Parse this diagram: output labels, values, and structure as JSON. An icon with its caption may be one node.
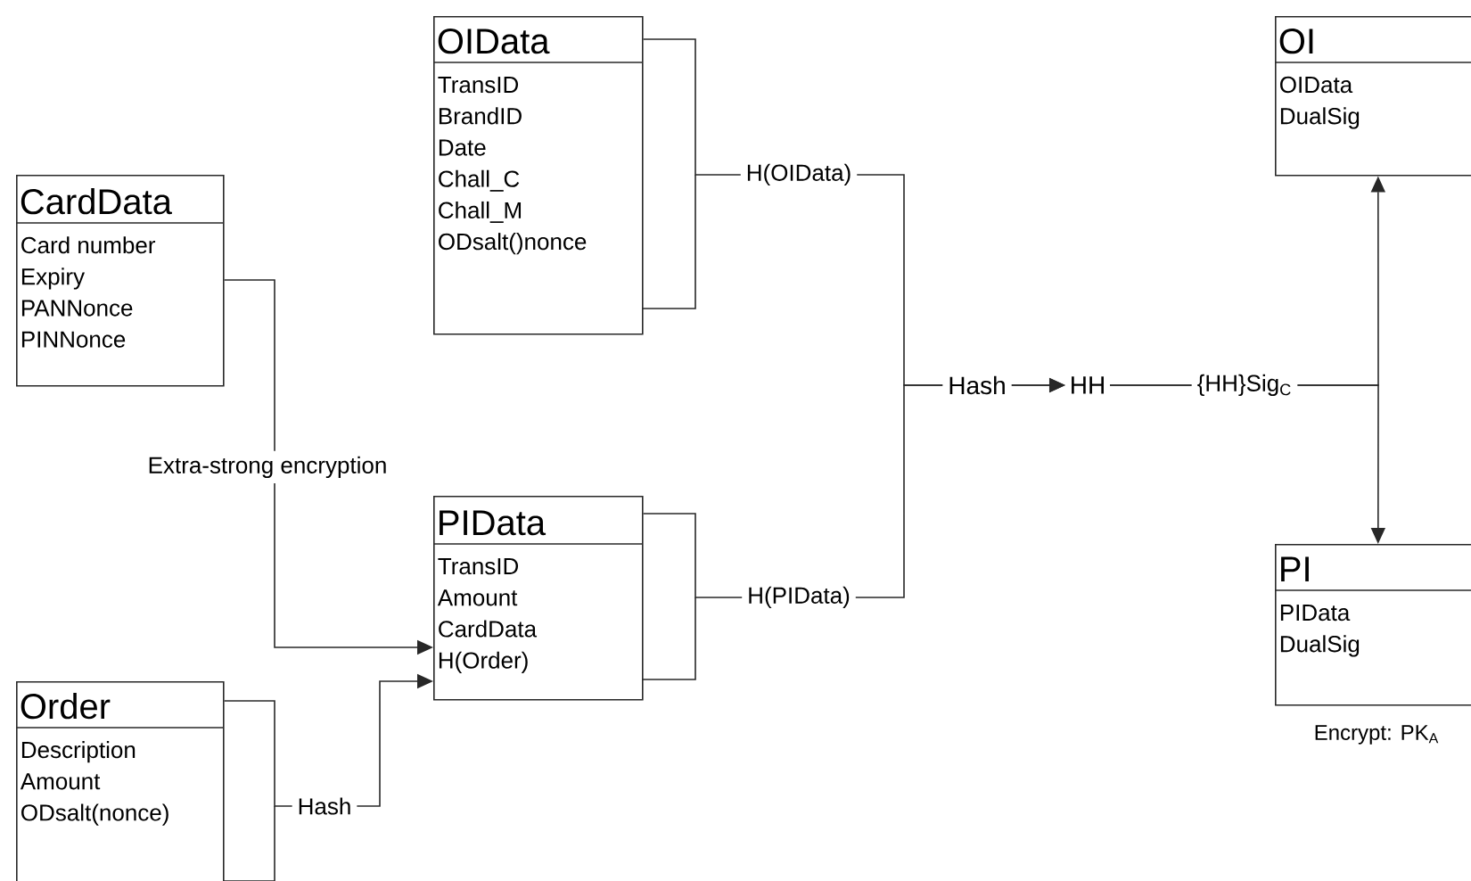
{
  "diagram": {
    "nodes": [
      {
        "text": [
          "CardData",
          "Card number",
          "Expiry",
          "PANNonce",
          "PINNonce"
        ]
      },
      {
        "text": [
          "OIData",
          "TransID",
          "BrandID",
          "Date",
          "Chall_C",
          "Chall_M",
          "ODsalt()nonce"
        ]
      },
      {
        "text": [
          "PIData",
          "TransID",
          "Amount",
          "CardData",
          "H(Order)"
        ]
      },
      {
        "text": [
          "Order",
          "Description",
          "Amount",
          "ODsalt(nonce)"
        ]
      },
      {
        "text": [
          "HH"
        ]
      },
      {
        "text": [
          "OI",
          "OIData",
          "DualSig"
        ]
      },
      {
        "text": [
          "PI",
          "PIData",
          "DualSig"
        ],
        "beside": [
          "Encrypt: PK$_{A}$"
        ]
      }
    ],
    "edges": [
      {
        "from": 0,
        "to": 2,
        "arrow": "to",
        "label": "Extra-strong encryption"
      },
      {
        "from": 3,
        "to": 2,
        "arrow": "to",
        "label": "Hash"
      },
      {
        "from": 1,
        "to": 4,
        "arrow": "to",
        "label": "H(OIData)"
      },
      {
        "from": 2,
        "to": 4,
        "arrow": "to",
        "label": "H(PIData)"
      },
      {
        "from": 4,
        "to": 5,
        "arrow": "to",
        "label": "{HH}Sig$_{C}$"
      },
      {
        "from": 4,
        "to": 6,
        "arrow": "to"
      }
    ],
    "labels": [
      "Hash"
    ]
  }
}
